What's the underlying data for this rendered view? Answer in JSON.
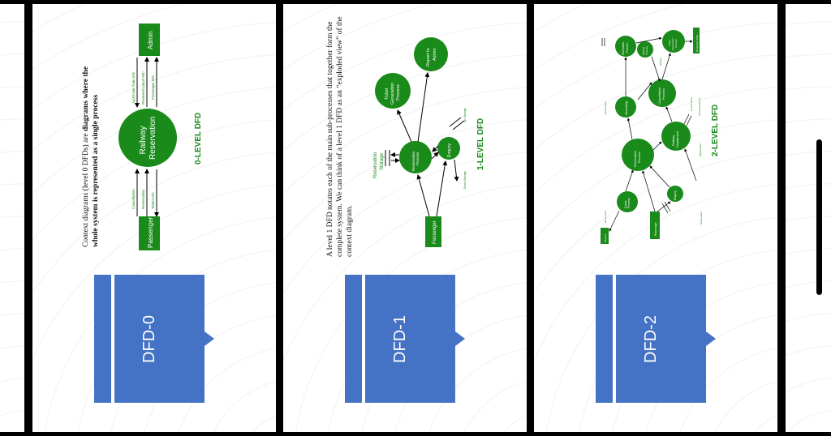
{
  "slides": [
    {
      "button_label": "DFD-0",
      "description_normal": "Context diagrams (level 0 DFDs) are ",
      "description_bold": "diagrams where the whole system is represented as a single process",
      "diagram_title": "0-LEVEL DFD",
      "nodes": {
        "passenger": "Passenger",
        "process": "Railway Reservation",
        "admin": "Admin"
      },
      "flows": {
        "cancellation": "Cancellation",
        "reservation": "Reservation",
        "ticket_info": "Ticket Info",
        "updown_train_info": "Up/Down Train Info",
        "reserve_cancel_info": "Reserve/Cancel Info",
        "passenger_info": "Passenger Info"
      }
    },
    {
      "button_label": "DFD-1",
      "description": "A level 1 DFD notates each of the main sub-processes that together form the complete system. We can think of a level 1 DFD as an “exploded view” of the context diagram.",
      "diagram_title": "1-LEVEL DFD",
      "nodes": {
        "passenger": "Passenger",
        "reservation_process": "Reservation Process",
        "reservation_storage": "Reservation Storage",
        "ticket_generation": "Ticket Generation Process",
        "report_to_admin": "Report to Admin",
        "enquiry": "Enquiry",
        "up_storage": "Up Storage",
        "down_storage": "Down Storage"
      }
    },
    {
      "button_label": "DFD-2",
      "diagram_title": "2-LEVEL DFD",
      "nodes": {
        "passenger": "Passenger",
        "enquiry": "Enquiry",
        "query_process": "Query Process",
        "reports": "Reports",
        "reservation_process": "Reservation Process",
        "searching": "Searching",
        "railway_department": "Railway Department",
        "cancellation_process": "Cancellation Process",
        "generation_process": "Generation Process",
        "waiting_process": "Waiting Process",
        "ticket_generation_process": "Ticket Generation Process",
        "generate_ticket": "Generate Ticket"
      },
      "flows": {
        "reservation": "Reservation",
        "reservation_2": "Reservation",
        "waiting_lists": "Waiting lists",
        "cancel_data": "Cancel Data",
        "generate_report": "Generate Report",
        "waiting": "Waiting",
        "reservation_top": "Reservation"
      }
    }
  ]
}
